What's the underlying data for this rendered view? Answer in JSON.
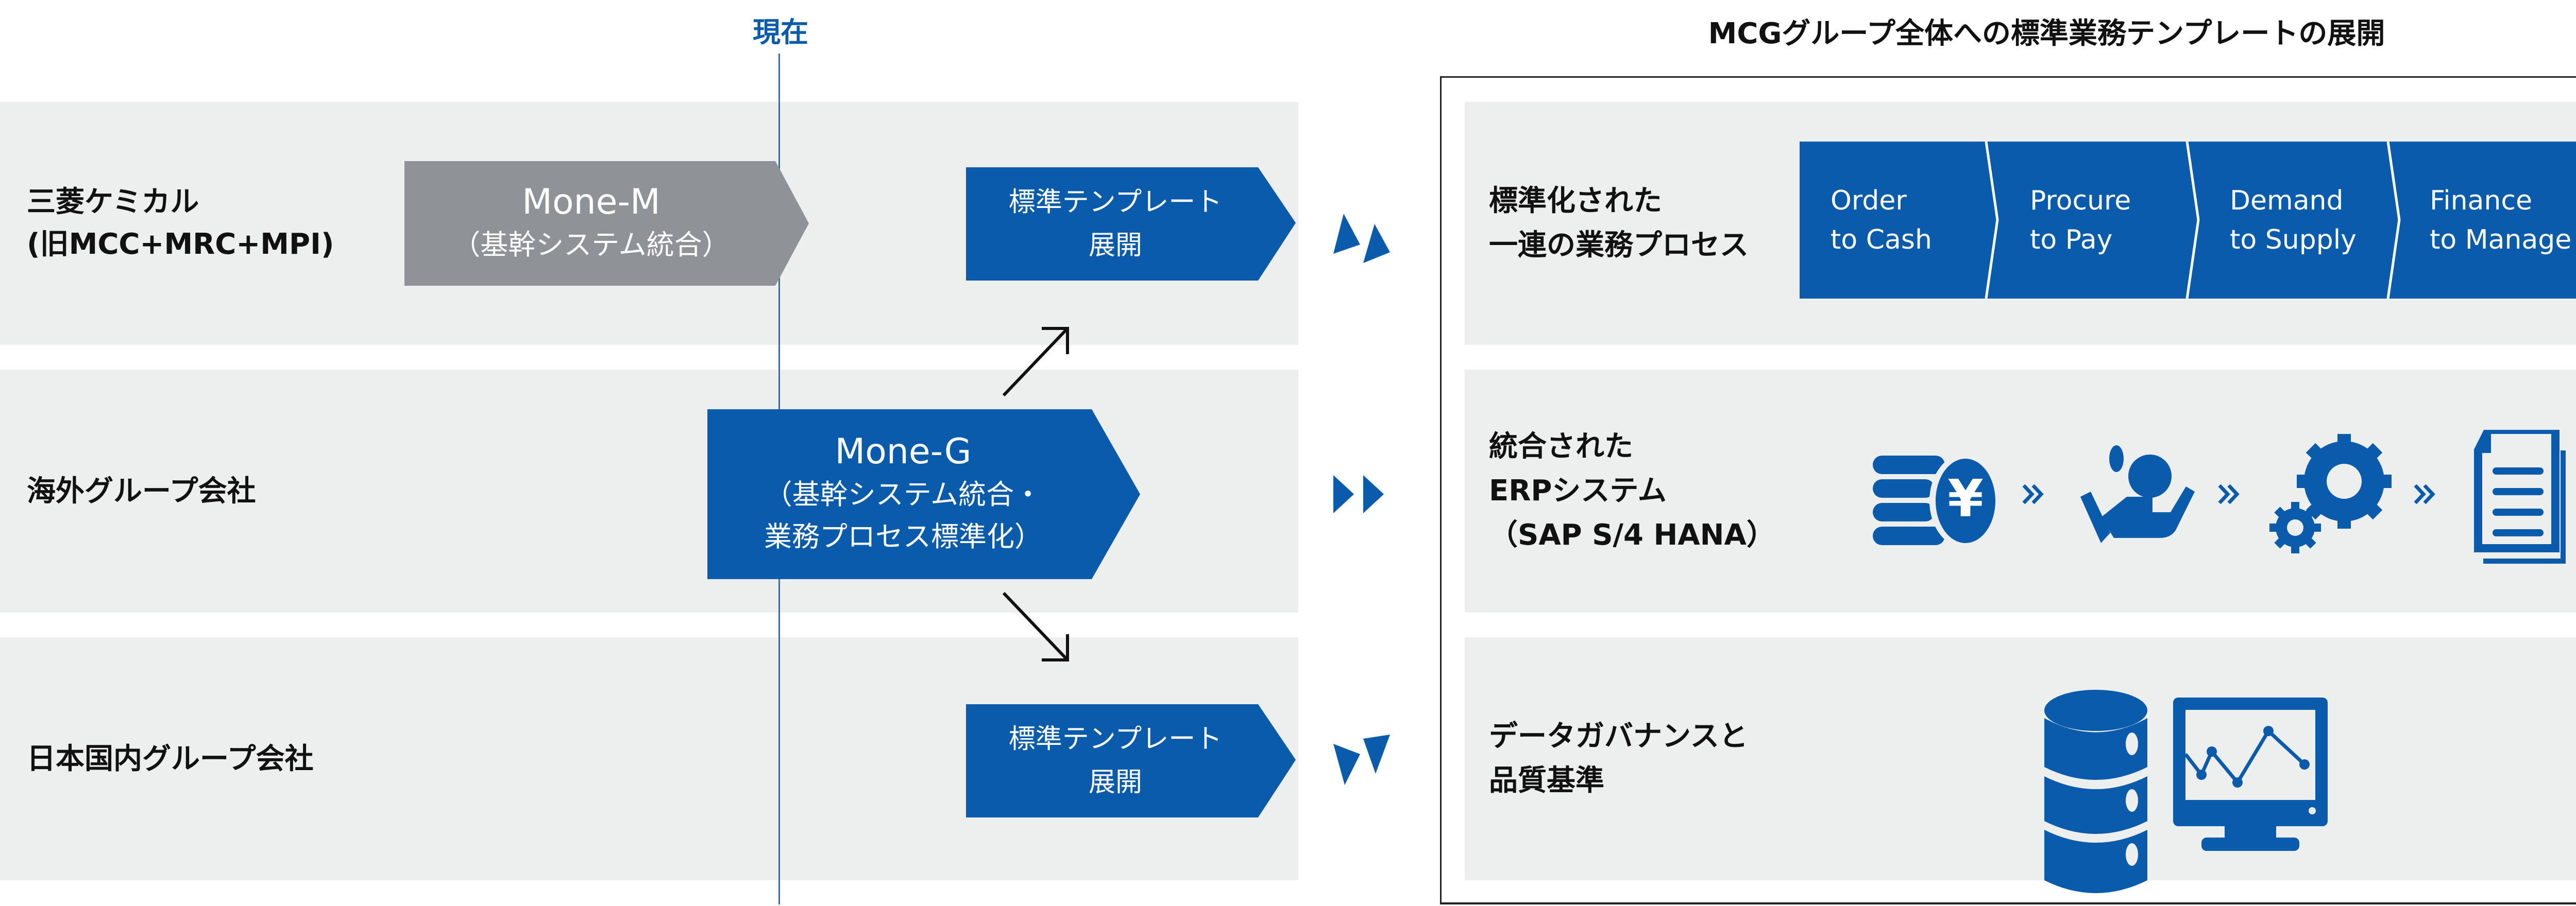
{
  "timeline": {
    "now_label": "現在"
  },
  "left_rows": [
    {
      "label_line1": "三菱ケミカル",
      "label_line2": "(旧MCC+MRC+MPI)"
    },
    {
      "label_line1": "海外グループ会社"
    },
    {
      "label_line1": "日本国内グループ会社"
    }
  ],
  "mone_m": {
    "title": "Mone-M",
    "subtitle": "（基幹システム統合）"
  },
  "mone_g": {
    "title": "Mone-G",
    "subtitle_line1": "（基幹システム統合・",
    "subtitle_line2": "業務プロセス標準化）"
  },
  "template_deploy": {
    "line1": "標準テンプレート",
    "line2": "展開"
  },
  "right_panel": {
    "title": "MCGグループ全体への標準業務テンプレートの展開",
    "rows": [
      {
        "label_line1": "標準化された",
        "label_line2": "一連の業務プロセス"
      },
      {
        "label_line1": "統合された",
        "label_line2": "ERPシステム",
        "label_line3": "（SAP S/4 HANA）"
      },
      {
        "label_line1": "データガバナンスと",
        "label_line2": "品質基準"
      }
    ],
    "processes": [
      {
        "line1": "Order",
        "line2": "to Cash"
      },
      {
        "line1": "Procure",
        "line2": "to Pay"
      },
      {
        "line1": "Demand",
        "line2": "to Supply"
      },
      {
        "line1": "Finance",
        "line2": "to Manage"
      }
    ],
    "erp_icons": [
      "yen-coins-icon",
      "hand-person-icon",
      "gears-icon",
      "document-icon"
    ],
    "governance_icons": [
      "database-icon",
      "monitor-chart-icon"
    ]
  },
  "colors": {
    "brand_blue": "#0b5bad",
    "gray_block": "#8e9397",
    "band": "#edeeee"
  }
}
